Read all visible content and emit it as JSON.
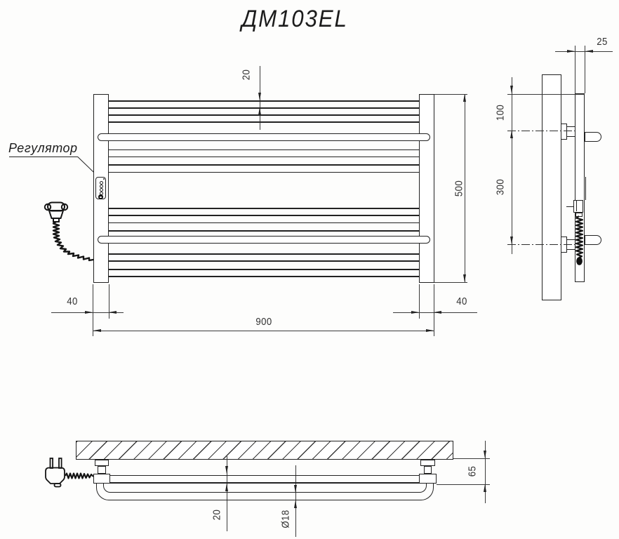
{
  "title": "ДМ103EL",
  "annotations": {
    "regulator_label": "Регулятор"
  },
  "dims": {
    "front": {
      "rung_pitch": "20",
      "height": "500",
      "left_post": "40",
      "width": "900",
      "right_post": "40"
    },
    "side": {
      "standoff": "25",
      "top_offset": "100",
      "bracket_spacing": "300"
    },
    "bottom": {
      "wall_clearance": "65",
      "collector_depth": "20",
      "tube_diameter": "Ø18"
    }
  }
}
